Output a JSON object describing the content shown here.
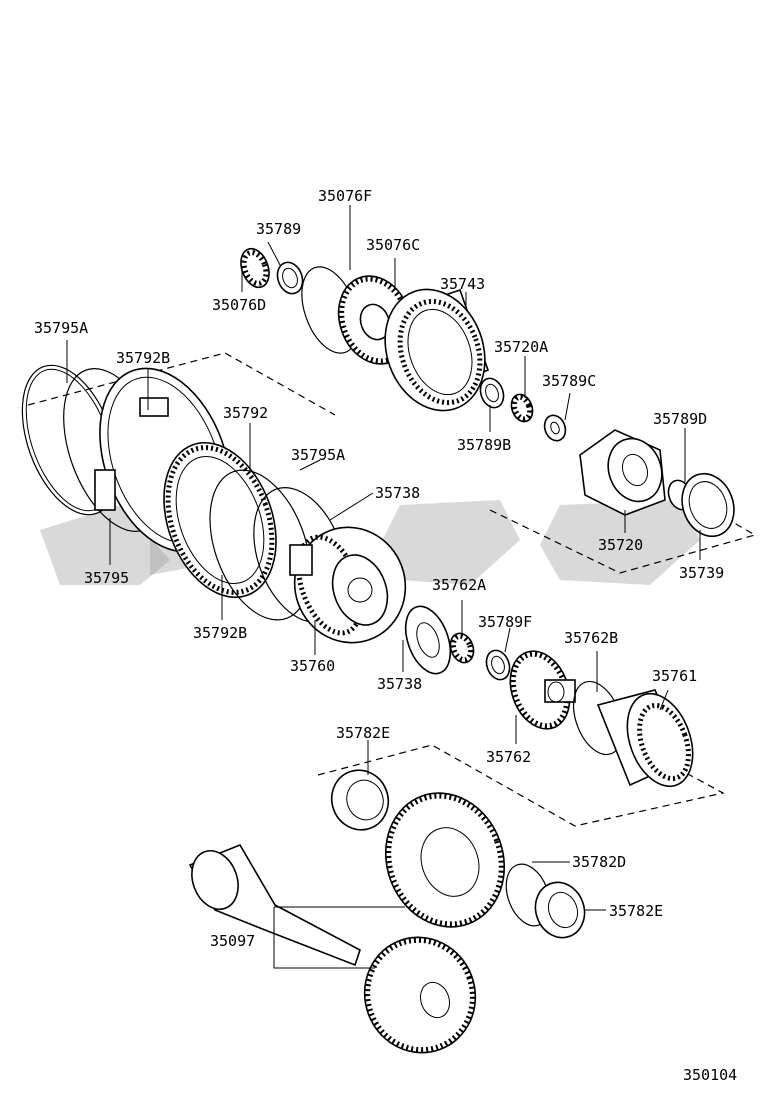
{
  "diagram_id": "350104",
  "labels": {
    "p35795A_a": "35795A",
    "p35792B_a": "35792B",
    "p35792": "35792",
    "p35795A_b": "35795A",
    "p35738_a": "35738",
    "p35795": "35795",
    "p35792B_b": "35792B",
    "p35760": "35760",
    "p35738_b": "35738",
    "p35762A": "35762A",
    "p35789F": "35789F",
    "p35762B": "35762B",
    "p35761": "35761",
    "p35762": "35762",
    "p35076F": "35076F",
    "p35789": "35789",
    "p35076C": "35076C",
    "p35743": "35743",
    "p35076D": "35076D",
    "p35720A": "35720A",
    "p35789C": "35789C",
    "p35789B": "35789B",
    "p35789D": "35789D",
    "p35720": "35720",
    "p35739": "35739",
    "p35782E_a": "35782E",
    "p35782D": "35782D",
    "p35782E_b": "35782E",
    "p35097": "35097"
  }
}
